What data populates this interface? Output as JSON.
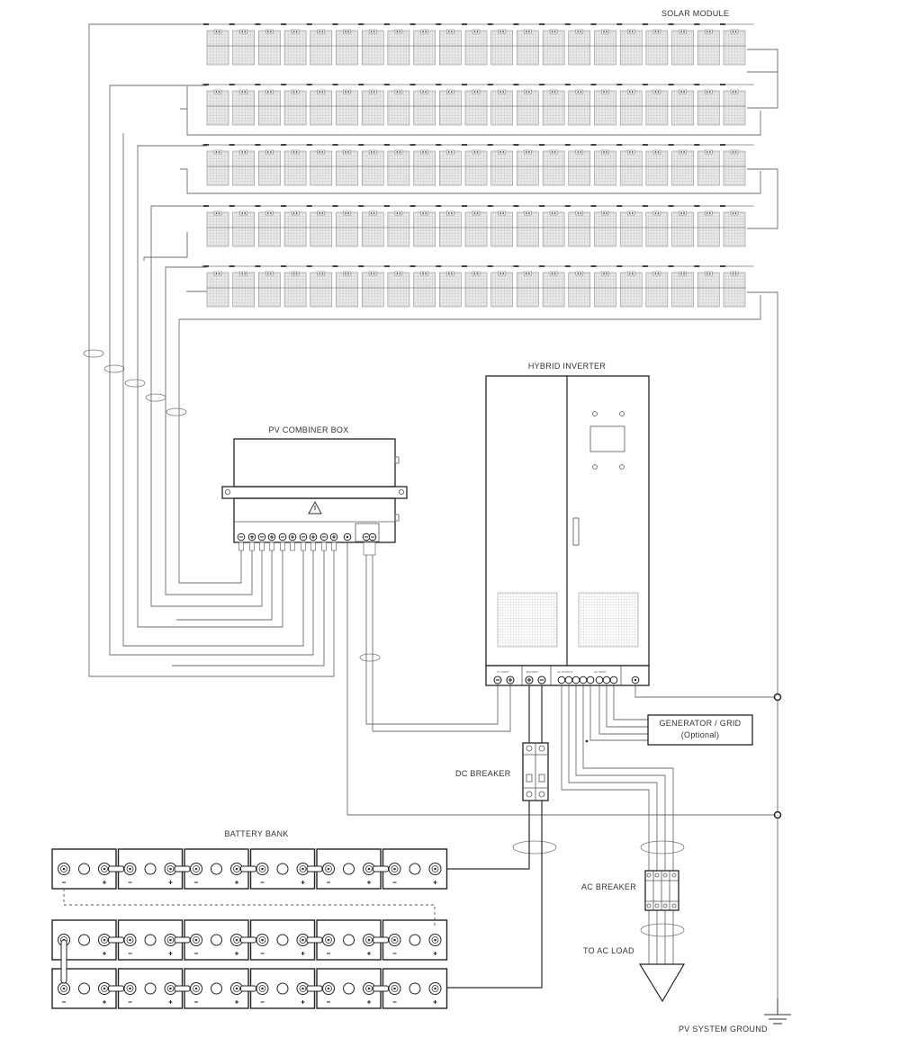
{
  "labels": {
    "solar_module": "SOLAR MODULE",
    "hybrid_inverter": "HYBRID INVERTER",
    "pv_combiner_box": "PV COMBINER BOX",
    "generator_grid": "GENERATOR / GRID",
    "generator_optional": "(Optional)",
    "dc_breaker": "DC BREAKER",
    "battery_bank": "BATTERY BANK",
    "ac_breaker": "AC BREAKER",
    "to_ac_load": "TO AC LOAD",
    "pv_system_ground": "PV SYSTEM GROUND"
  },
  "inverter_terminals": {
    "pv_input": "PV INPUT",
    "battery": "BATTERY",
    "ac_output": "AC OUTPUT",
    "ac_input": "AC INPUT"
  },
  "solar_array": {
    "strings": 5,
    "modules_per_string": 21
  },
  "battery_bank": {
    "rows": 3,
    "batteries_per_row": 6
  },
  "colors": {
    "line": "#6e6e6e",
    "outline": "#222222",
    "panel_fill": "#e6e6e6"
  }
}
